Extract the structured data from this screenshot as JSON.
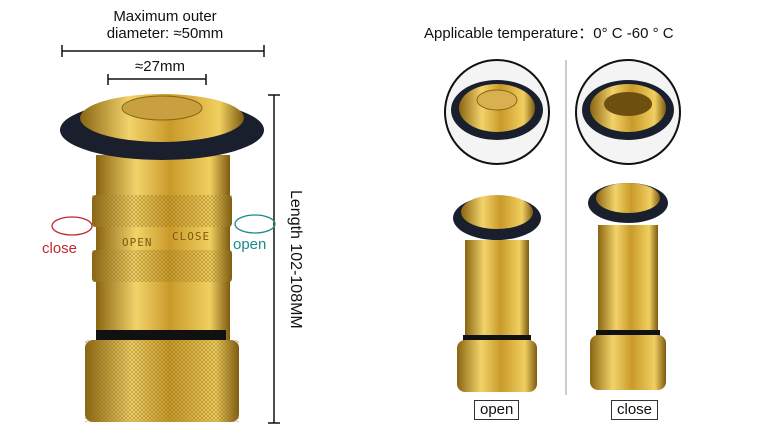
{
  "left_panel": {
    "max_diameter_line1": "Maximum outer",
    "max_diameter_line2": "diameter: ≈50mm",
    "inner_diameter": "≈27mm",
    "length": "Length 102-108MM",
    "rotate_left_label": "close",
    "rotate_right_label": "open",
    "engraving_open": "OPEN",
    "engraving_close": "CLOSE"
  },
  "right_panel": {
    "temperature": "Applicable temperature：0° C -60 ° C",
    "label_open": "open",
    "label_close": "close"
  },
  "colors": {
    "brass": "#d4a935",
    "rubber": "#1a1f2e",
    "close": "#c0282e",
    "open": "#1d8a8a"
  }
}
